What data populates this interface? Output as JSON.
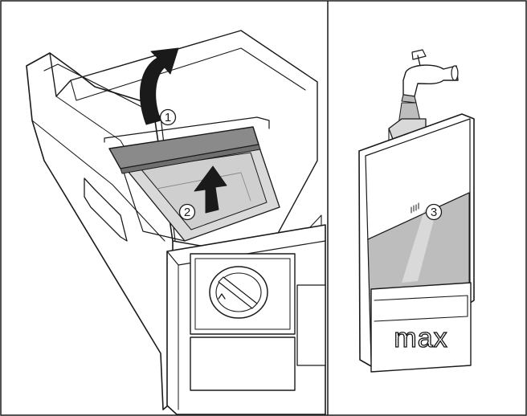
{
  "panels": [
    {
      "id": "drawer-panel",
      "callouts": [
        {
          "label": "1"
        },
        {
          "label": "2"
        }
      ],
      "arrows": [
        "curved-lift-arrow-icon",
        "up-arrow-icon"
      ]
    },
    {
      "id": "tank-panel",
      "callouts": [
        {
          "label": "3"
        }
      ],
      "fill_mark": "max",
      "icons": [
        "water-tap-icon"
      ]
    }
  ],
  "colors": {
    "line": "#1a1a1a",
    "dark_gray": "#8a8a8a",
    "medium_gray": "#b8b8b8",
    "light_gray": "#d9d9d9",
    "water_gray": "#bdbdbd",
    "background": "#ffffff"
  }
}
